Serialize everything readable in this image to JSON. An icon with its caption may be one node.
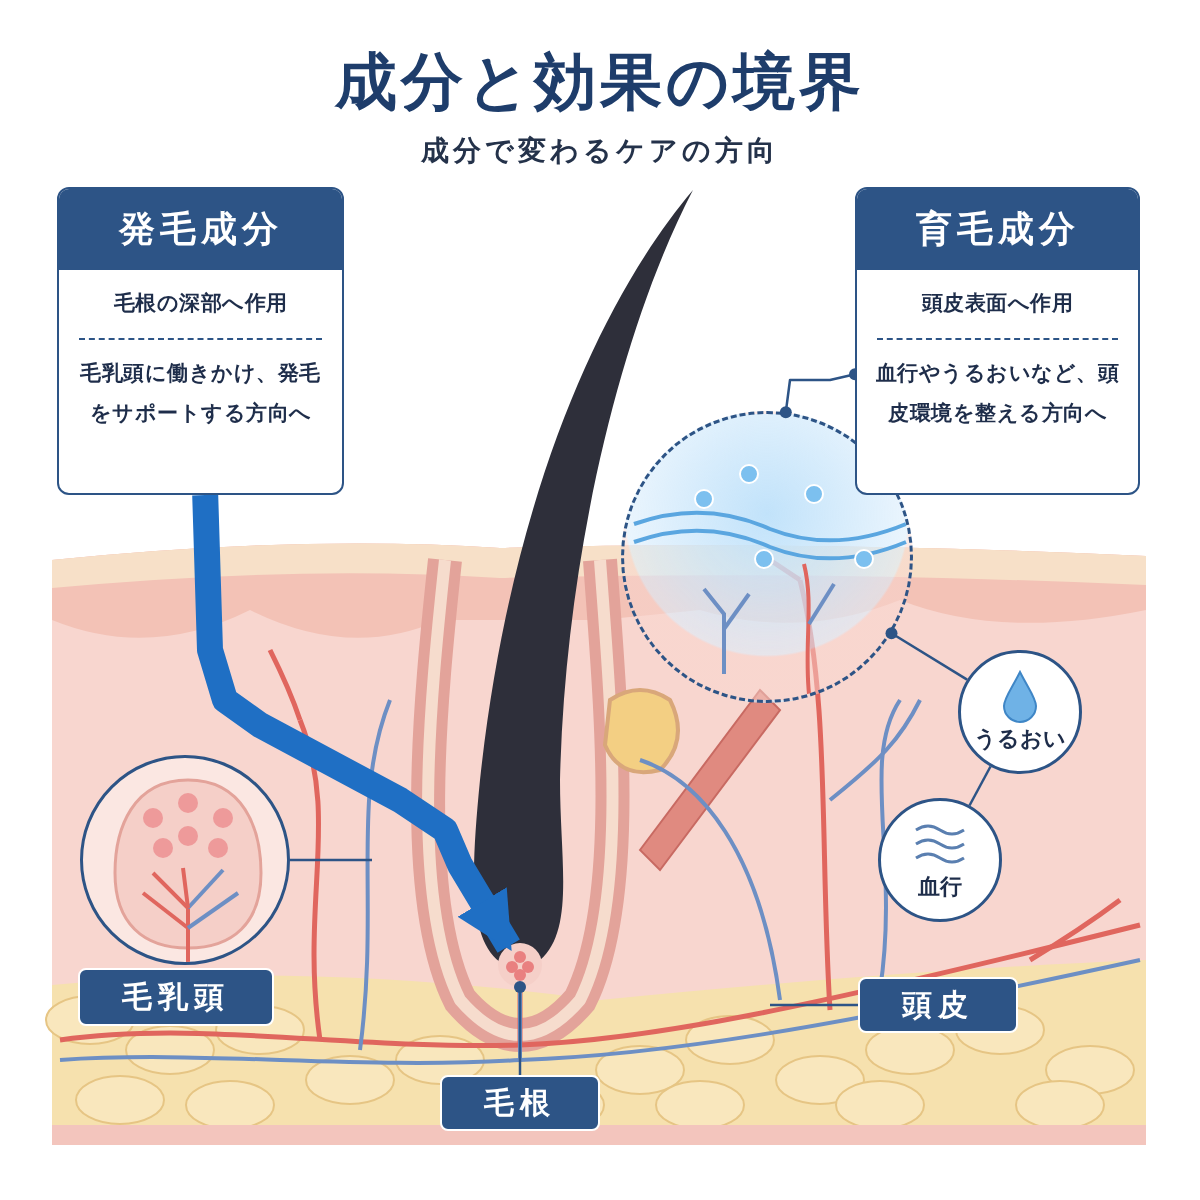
{
  "diagram": {
    "title": "成分と効果の境界",
    "nodes": [
      {
        "text": [
          "発毛成分",
          "毛根の深部へ作用",
          "毛乳頭に働きかけ、発毛をサポートする方向へ"
        ]
      },
      {
        "text": [
          "育毛成分",
          "頭皮表面へ作用",
          "血行やうるおいなど、頭皮環境を整える方向へ"
        ]
      },
      {
        "text": [],
        "shape": "picture"
      },
      {
        "text": [
          "毛乳頭"
        ]
      },
      {
        "text": [
          "毛根"
        ]
      },
      {
        "text": [],
        "shape": "picture"
      },
      {
        "text": [
          "頭皮"
        ]
      },
      {
        "text": [],
        "shape": "picture"
      },
      {
        "text": [
          "うるおい"
        ]
      },
      {
        "text": [
          "血行"
        ]
      }
    ],
    "edges": [
      {
        "from": 0,
        "to": 5,
        "arrow": "to",
        "style": "thick",
        "color": "#1f6fc4"
      },
      {
        "from": 2,
        "to": null,
        "arrow": "none"
      },
      {
        "from": 4,
        "to": 5,
        "arrow": "other"
      },
      {
        "from": 6,
        "to": null,
        "arrow": "none"
      },
      {
        "from": 1,
        "to": 7,
        "arrow": "other"
      },
      {
        "from": 7,
        "to": 8,
        "arrow": "other"
      },
      {
        "from": 8,
        "to": 9,
        "arrow": "none"
      }
    ],
    "labels": [
      "成分で変わるケアの方向"
    ]
  }
}
